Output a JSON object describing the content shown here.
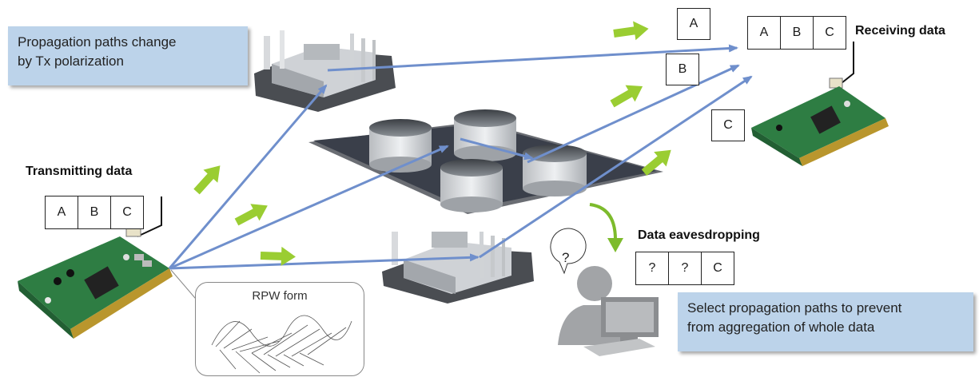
{
  "notes": {
    "top_left": [
      "Propagation paths change",
      "by Tx polarization"
    ],
    "bottom_right": [
      "Select propagation paths to prevent",
      "from aggregation of whole data"
    ]
  },
  "labels": {
    "transmitting": "Transmitting data",
    "receiving": "Receiving data",
    "eavesdropping": "Data eavesdropping",
    "rpw": "RPW form",
    "question": "?"
  },
  "packets": {
    "transmit": [
      "A",
      "B",
      "C"
    ],
    "receive": [
      "A",
      "B",
      "C"
    ],
    "eavesdrop": [
      "?",
      "?",
      "C"
    ]
  },
  "singles": {
    "a": "A",
    "b": "B",
    "c": "C"
  },
  "colors": {
    "note_bg": "#bcd3ea",
    "path": "#6f8fcc",
    "arrow": "#9acd32",
    "eavesdrop_arrow": "#7dbb2c",
    "board": "#2e7d43"
  }
}
